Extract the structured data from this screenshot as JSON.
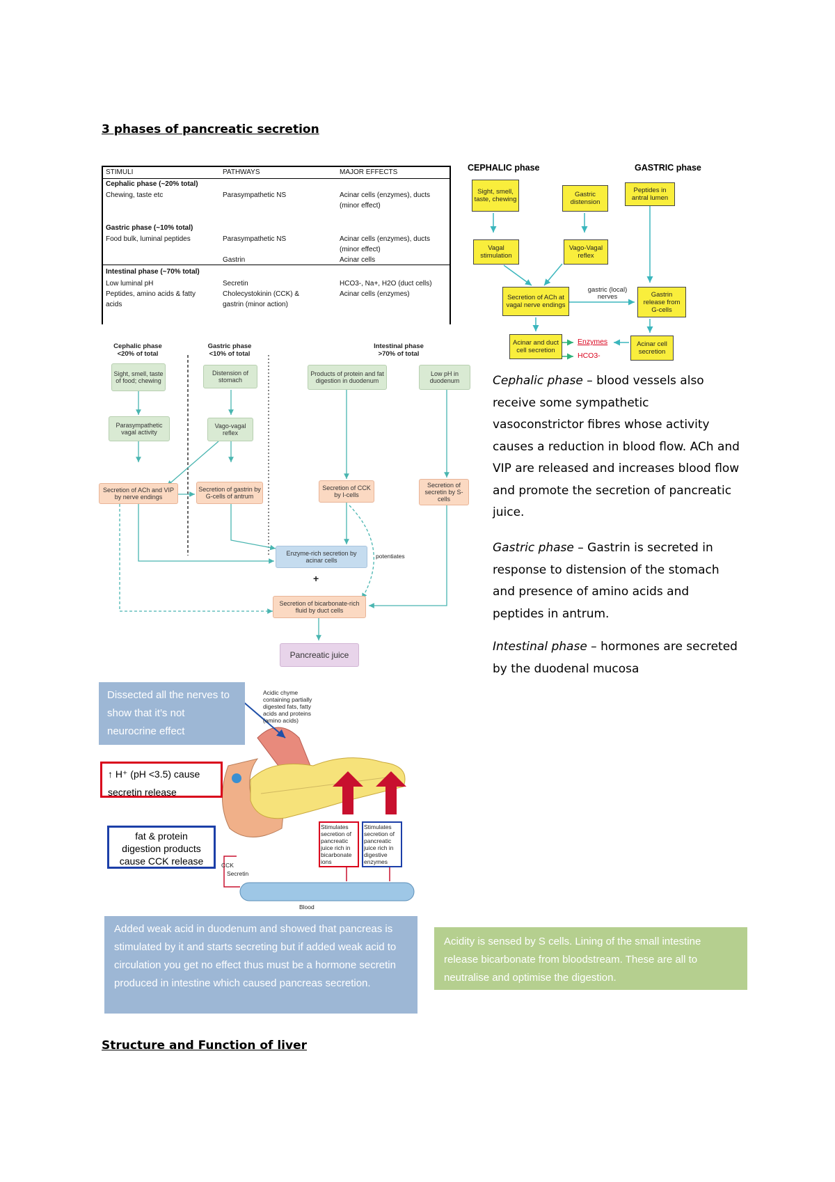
{
  "heading1": "3 phases of pancreatic secretion",
  "heading2": "Structure and Function of liver",
  "table": {
    "headers": [
      "STIMULI",
      "PATHWAYS",
      "MAJOR EFFECTS"
    ],
    "rows": [
      [
        "Cephalic phase (~20% total)",
        "",
        ""
      ],
      [
        "Chewing, taste etc",
        "Parasympathetic NS",
        "Acinar cells (enzymes), ducts"
      ],
      [
        "",
        "",
        "(minor effect)"
      ],
      [
        "Gastric phase (~10% total)",
        "",
        ""
      ],
      [
        "Food bulk, luminal peptides",
        "Parasympathetic NS",
        "Acinar cells (enzymes), ducts"
      ],
      [
        "",
        "",
        "(minor effect)"
      ],
      [
        "",
        "Gastrin",
        "Acinar cells"
      ],
      [
        "Intestinal phase (~70% total)",
        "",
        ""
      ],
      [
        "Low luminal pH",
        "Secretin",
        "HCO3-, Na+, H2O (duct cells)"
      ],
      [
        "Peptides, amino acids & fatty",
        "Cholecystokinin (CCK) &",
        "Acinar cells (enzymes)"
      ],
      [
        "acids",
        "gastrin (minor action)",
        ""
      ]
    ]
  },
  "flow1": {
    "cephalic_title": "CEPHALIC phase",
    "gastric_title": "GASTRIC phase",
    "sight": "Sight, smell, taste, chewing",
    "distension": "Gastric distension",
    "peptides": "Peptides in antral lumen",
    "vagal": "Vagal stimulation",
    "vagovagal": "Vago-Vagal reflex",
    "ach": "Secretion of ACh at vagal nerve endings",
    "local_nerves": "gastric (local) nerves",
    "gastrin_release": "Gastrin release from G-cells",
    "acinar_duct": "Acinar and duct cell secretion",
    "enzymes": "Enzymes",
    "hco3": "HCO3-",
    "acinar_cell": "Acinar cell secretion"
  },
  "flow2": {
    "cephalic": "Cephalic phase <20% of total",
    "gastric": "Gastric phase <10% of total",
    "intestinal": "Intestinal phase >70% of total",
    "sight": "Sight, smell, taste of food; chewing",
    "distension": "Distension of stomach",
    "products": "Products of protein and fat digestion in duodenum",
    "lowph": "Low pH in duodenum",
    "parasym": "Parasympathetic vagal activity",
    "vagovagal": "Vago-vagal reflex",
    "ach_vip": "Secretion of ACh and VIP by nerve endings",
    "gastrin": "Secretion of gastrin by G-cells of antrum",
    "cck": "Secretion of CCK by I-cells",
    "secretin": "Secretion of secretin by S-cells",
    "enzyme_rich": "Enzyme-rich secretion by acinar cells",
    "potentiates": "potentiates",
    "plus": "+",
    "bicarb": "Secretion of bicarbonate-rich fluid by duct cells",
    "juice": "Pancreatic juice"
  },
  "right_text": {
    "p1_italic": "Cephalic phase",
    "p1_rest": " – blood vessels also receive some sympathetic vasoconstrictor fibres whose activity causes a reduction in blood flow. ACh and VIP are released and increases blood flow and promote the secretion of pancreatic juice.",
    "p2_italic": "Gastric phase",
    "p2_rest": " – Gastrin is secreted in response to distension of the stomach and presence of amino acids and peptides in antrum.",
    "p3_italic": "Intestinal phase",
    "p3_rest": " – hormones are secreted by the duodenal mucosa"
  },
  "notes": {
    "dissected": "Dissected all the nerves to show that it’s not neurocrine effect",
    "red": "H⁺ (pH <3.5) cause secretin release",
    "red_arrow": "↑",
    "blue": "fat & protein digestion products cause CCK release",
    "weak_acid": "Added weak acid in duodenum and showed that pancreas is stimulated by it and starts secreting but if added weak acid to circulation you get no effect thus must be a hormone secretin produced in intestine which caused pancreas secretion.",
    "acidity": "Acidity is sensed by S cells. Lining of the small intestine release bicarbonate from bloodstream. These are all to neutralise and optimise the digestion."
  },
  "anatomy": {
    "chyme": "Acidic chyme containing partially digested fats, fatty acids and proteins (amino acids)",
    "stim1": "Stimulates secretion of pancreatic juice rich in bicarbonate ions",
    "stim2": "Stimulates secretion of pancreatic juice rich in digestive enzymes",
    "cck": "CCK",
    "secretin": "Secretin",
    "blood": "Blood"
  },
  "colors": {
    "yellow_box": "#f9ee3c",
    "note_blue": "#9db7d5",
    "note_green": "#b5cf8f",
    "red": "#d9001b",
    "blue": "#1c3fa8"
  }
}
